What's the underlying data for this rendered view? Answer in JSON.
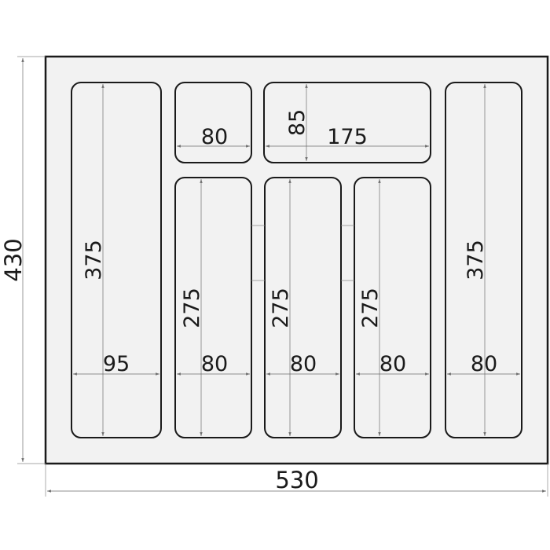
{
  "overall": {
    "width": "530",
    "height": "430"
  },
  "compartments": [
    {
      "id": "left-tall",
      "height": "375",
      "width": "95"
    },
    {
      "id": "top-small",
      "width": "80"
    },
    {
      "id": "top-wide",
      "height": "85",
      "width": "175"
    },
    {
      "id": "mid-1",
      "height": "275",
      "width": "80"
    },
    {
      "id": "mid-2",
      "height": "275",
      "width": "80"
    },
    {
      "id": "mid-3",
      "height": "275",
      "width": "80"
    },
    {
      "id": "right-tall",
      "height": "375",
      "width": "80"
    }
  ],
  "colors": {
    "outline": "#1a1a1a",
    "fill": "#f2f2f2",
    "dimension_line": "#6e6e6e"
  }
}
